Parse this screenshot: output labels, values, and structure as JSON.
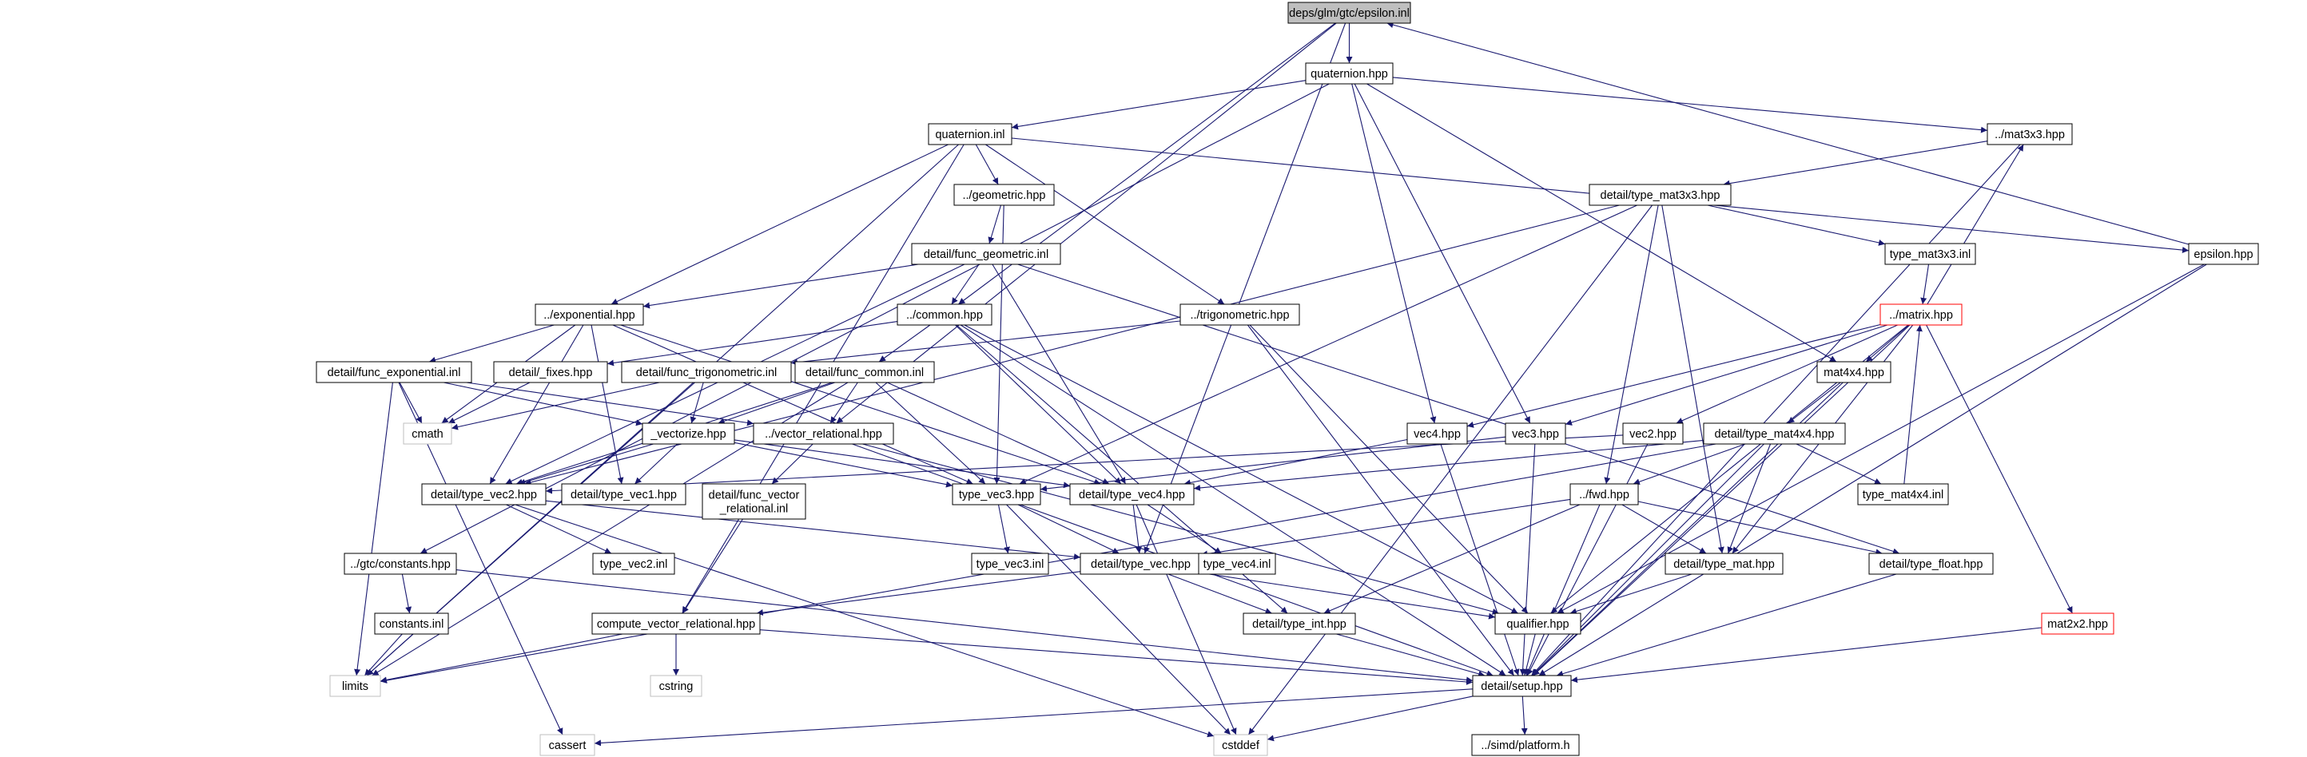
{
  "graph": {
    "style": {
      "edge_color": "#191970",
      "node_border": "#000000",
      "node_border_system": "#bfbfbf",
      "node_border_truncated": "#ff0000",
      "root_fill": "#bfbfbf",
      "node_fill": "#ffffff"
    },
    "nodes": [
      {
        "id": "root",
        "label": "deps/glm/gtc/epsilon.inl",
        "kind": "root"
      },
      {
        "id": "quaternion_hpp",
        "label": "quaternion.hpp"
      },
      {
        "id": "quaternion_inl",
        "label": "quaternion.inl"
      },
      {
        "id": "mat3x3_hpp",
        "label": "../mat3x3.hpp"
      },
      {
        "id": "geometric_hpp",
        "label": "../geometric.hpp"
      },
      {
        "id": "type_mat3x3_hpp",
        "label": "detail/type_mat3x3.hpp"
      },
      {
        "id": "epsilon_hpp",
        "label": "epsilon.hpp"
      },
      {
        "id": "func_geometric_inl",
        "label": "detail/func_geometric.inl"
      },
      {
        "id": "type_mat3x3_inl",
        "label": "type_mat3x3.inl"
      },
      {
        "id": "exponential_hpp",
        "label": "../exponential.hpp"
      },
      {
        "id": "common_hpp",
        "label": "../common.hpp"
      },
      {
        "id": "trigonometric_hpp",
        "label": "../trigonometric.hpp"
      },
      {
        "id": "matrix_hpp",
        "label": "../matrix.hpp",
        "kind": "truncated"
      },
      {
        "id": "func_exponential_inl",
        "label": "detail/func_exponential.inl"
      },
      {
        "id": "fixes_hpp",
        "label": "detail/_fixes.hpp"
      },
      {
        "id": "func_trigonometric_inl",
        "label": "detail/func_trigonometric.inl"
      },
      {
        "id": "func_common_inl",
        "label": "detail/func_common.inl"
      },
      {
        "id": "mat4x4_hpp",
        "label": "mat4x4.hpp"
      },
      {
        "id": "cmath",
        "label": "cmath",
        "kind": "system"
      },
      {
        "id": "vectorize_hpp",
        "label": "_vectorize.hpp"
      },
      {
        "id": "vector_relational_hpp",
        "label": "../vector_relational.hpp"
      },
      {
        "id": "vec4_hpp",
        "label": "vec4.hpp"
      },
      {
        "id": "vec3_hpp",
        "label": "vec3.hpp"
      },
      {
        "id": "vec2_hpp",
        "label": "vec2.hpp"
      },
      {
        "id": "type_mat4x4_hpp",
        "label": "detail/type_mat4x4.hpp"
      },
      {
        "id": "type_vec2_hpp",
        "label": "detail/type_vec2.hpp"
      },
      {
        "id": "type_vec1_hpp",
        "label": "detail/type_vec1.hpp"
      },
      {
        "id": "func_vector_relational_inl",
        "label": [
          "detail/func_vector",
          "_relational.inl"
        ]
      },
      {
        "id": "type_vec3_hpp",
        "label": "type_vec3.hpp"
      },
      {
        "id": "type_vec4_hpp",
        "label": "detail/type_vec4.hpp"
      },
      {
        "id": "type_mat4x4_inl",
        "label": "type_mat4x4.inl"
      },
      {
        "id": "fwd_hpp",
        "label": "../fwd.hpp"
      },
      {
        "id": "gtc_constants_hpp",
        "label": "../gtc/constants.hpp"
      },
      {
        "id": "type_vec2_inl",
        "label": "type_vec2.inl"
      },
      {
        "id": "type_vec3_inl",
        "label": "type_vec3.inl"
      },
      {
        "id": "type_vec_hpp",
        "label": "detail/type_vec.hpp"
      },
      {
        "id": "type_vec4_inl",
        "label": "type_vec4.inl"
      },
      {
        "id": "type_mat_hpp",
        "label": "detail/type_mat.hpp"
      },
      {
        "id": "type_float_hpp",
        "label": "detail/type_float.hpp"
      },
      {
        "id": "constants_inl",
        "label": "constants.inl"
      },
      {
        "id": "compute_vector_relational_hpp",
        "label": "compute_vector_relational.hpp"
      },
      {
        "id": "type_int_hpp",
        "label": "detail/type_int.hpp"
      },
      {
        "id": "qualifier_hpp",
        "label": "qualifier.hpp"
      },
      {
        "id": "mat2x2_hpp",
        "label": "mat2x2.hpp",
        "kind": "truncated"
      },
      {
        "id": "limits",
        "label": "limits",
        "kind": "system"
      },
      {
        "id": "cstring",
        "label": "cstring",
        "kind": "system"
      },
      {
        "id": "setup_hpp",
        "label": "detail/setup.hpp"
      },
      {
        "id": "cassert",
        "label": "cassert",
        "kind": "system"
      },
      {
        "id": "cstddef",
        "label": "cstddef",
        "kind": "system"
      },
      {
        "id": "platform_h",
        "label": "../simd/platform.h"
      }
    ],
    "edges": [
      [
        "root",
        "quaternion_hpp"
      ],
      [
        "root",
        "common_hpp"
      ],
      [
        "root",
        "vector_relational_hpp"
      ],
      [
        "root",
        "type_vec_hpp"
      ],
      [
        "quaternion_hpp",
        "quaternion_inl"
      ],
      [
        "quaternion_hpp",
        "mat3x3_hpp"
      ],
      [
        "quaternion_hpp",
        "mat4x4_hpp"
      ],
      [
        "quaternion_hpp",
        "vec3_hpp"
      ],
      [
        "quaternion_hpp",
        "vec4_hpp"
      ],
      [
        "quaternion_hpp",
        "gtc_constants_hpp"
      ],
      [
        "quaternion_inl",
        "geometric_hpp"
      ],
      [
        "quaternion_inl",
        "exponential_hpp"
      ],
      [
        "quaternion_inl",
        "trigonometric_hpp"
      ],
      [
        "quaternion_inl",
        "epsilon_hpp"
      ],
      [
        "quaternion_inl",
        "limits"
      ],
      [
        "quaternion_inl",
        "compute_vector_relational_hpp"
      ],
      [
        "mat3x3_hpp",
        "type_mat3x3_hpp"
      ],
      [
        "mat3x3_hpp",
        "setup_hpp"
      ],
      [
        "geometric_hpp",
        "func_geometric_inl"
      ],
      [
        "geometric_hpp",
        "type_vec3_hpp"
      ],
      [
        "type_mat3x3_hpp",
        "type_mat3x3_inl"
      ],
      [
        "type_mat3x3_hpp",
        "fwd_hpp"
      ],
      [
        "type_mat3x3_hpp",
        "type_vec3_hpp"
      ],
      [
        "type_mat3x3_hpp",
        "type_mat_hpp"
      ],
      [
        "type_mat3x3_hpp",
        "cstddef"
      ],
      [
        "type_mat3x3_hpp",
        "type_vec2_hpp"
      ],
      [
        "epsilon_hpp",
        "root"
      ],
      [
        "epsilon_hpp",
        "setup_hpp"
      ],
      [
        "epsilon_hpp",
        "qualifier_hpp"
      ],
      [
        "func_geometric_inl",
        "exponential_hpp"
      ],
      [
        "func_geometric_inl",
        "common_hpp"
      ],
      [
        "func_geometric_inl",
        "type_vec4_hpp"
      ],
      [
        "func_geometric_inl",
        "type_float_hpp"
      ],
      [
        "func_geometric_inl",
        "type_vec2_hpp"
      ],
      [
        "type_mat3x3_inl",
        "matrix_hpp"
      ],
      [
        "exponential_hpp",
        "func_exponential_inl"
      ],
      [
        "exponential_hpp",
        "type_vec1_hpp"
      ],
      [
        "exponential_hpp",
        "type_vec2_hpp"
      ],
      [
        "exponential_hpp",
        "type_vec3_hpp"
      ],
      [
        "exponential_hpp",
        "type_vec4_hpp"
      ],
      [
        "exponential_hpp",
        "cmath"
      ],
      [
        "common_hpp",
        "func_common_inl"
      ],
      [
        "common_hpp",
        "fixes_hpp"
      ],
      [
        "common_hpp",
        "setup_hpp"
      ],
      [
        "common_hpp",
        "qualifier_hpp"
      ],
      [
        "common_hpp",
        "type_int_hpp"
      ],
      [
        "common_hpp",
        "type_vec4_hpp"
      ],
      [
        "trigonometric_hpp",
        "func_trigonometric_inl"
      ],
      [
        "trigonometric_hpp",
        "setup_hpp"
      ],
      [
        "trigonometric_hpp",
        "qualifier_hpp"
      ],
      [
        "matrix_hpp",
        "mat3x3_hpp"
      ],
      [
        "matrix_hpp",
        "mat4x4_hpp"
      ],
      [
        "matrix_hpp",
        "vec2_hpp"
      ],
      [
        "matrix_hpp",
        "vec3_hpp"
      ],
      [
        "matrix_hpp",
        "vec4_hpp"
      ],
      [
        "matrix_hpp",
        "mat2x2_hpp"
      ],
      [
        "matrix_hpp",
        "setup_hpp"
      ],
      [
        "matrix_hpp",
        "qualifier_hpp"
      ],
      [
        "matrix_hpp",
        "type_mat_hpp"
      ],
      [
        "func_exponential_inl",
        "vectorize_hpp"
      ],
      [
        "func_exponential_inl",
        "cmath"
      ],
      [
        "func_exponential_inl",
        "limits"
      ],
      [
        "func_exponential_inl",
        "vector_relational_hpp"
      ],
      [
        "func_exponential_inl",
        "cassert"
      ],
      [
        "fixes_hpp",
        "cmath"
      ],
      [
        "func_trigonometric_inl",
        "vectorize_hpp"
      ],
      [
        "func_trigonometric_inl",
        "cmath"
      ],
      [
        "func_trigonometric_inl",
        "limits"
      ],
      [
        "func_common_inl",
        "vector_relational_hpp"
      ],
      [
        "func_common_inl",
        "vectorize_hpp"
      ],
      [
        "func_common_inl",
        "type_vec2_hpp"
      ],
      [
        "func_common_inl",
        "type_vec3_hpp"
      ],
      [
        "func_common_inl",
        "type_vec4_hpp"
      ],
      [
        "func_common_inl",
        "limits"
      ],
      [
        "mat4x4_hpp",
        "type_mat4x4_hpp"
      ],
      [
        "mat4x4_hpp",
        "setup_hpp"
      ],
      [
        "vectorize_hpp",
        "type_vec1_hpp"
      ],
      [
        "vectorize_hpp",
        "type_vec2_hpp"
      ],
      [
        "vectorize_hpp",
        "type_vec3_hpp"
      ],
      [
        "vectorize_hpp",
        "type_vec4_hpp"
      ],
      [
        "vector_relational_hpp",
        "func_vector_relational_inl"
      ],
      [
        "vector_relational_hpp",
        "qualifier_hpp"
      ],
      [
        "vector_relational_hpp",
        "setup_hpp"
      ],
      [
        "vec4_hpp",
        "type_vec4_hpp"
      ],
      [
        "vec4_hpp",
        "setup_hpp"
      ],
      [
        "vec3_hpp",
        "type_vec3_hpp"
      ],
      [
        "vec3_hpp",
        "setup_hpp"
      ],
      [
        "vec2_hpp",
        "type_vec2_hpp"
      ],
      [
        "vec2_hpp",
        "setup_hpp"
      ],
      [
        "type_mat4x4_hpp",
        "type_mat4x4_inl"
      ],
      [
        "type_mat4x4_hpp",
        "type_vec4_hpp"
      ],
      [
        "type_mat4x4_hpp",
        "fwd_hpp"
      ],
      [
        "type_mat4x4_hpp",
        "type_mat_hpp"
      ],
      [
        "type_mat4x4_hpp",
        "limits"
      ],
      [
        "type_mat4x4_hpp",
        "setup_hpp"
      ],
      [
        "type_mat4x4_inl",
        "matrix_hpp"
      ],
      [
        "type_vec2_hpp",
        "type_vec2_inl"
      ],
      [
        "type_vec2_hpp",
        "type_vec_hpp"
      ],
      [
        "type_vec2_hpp",
        "cstddef"
      ],
      [
        "func_vector_relational_inl",
        "compute_vector_relational_hpp"
      ],
      [
        "type_vec3_hpp",
        "type_vec3_inl"
      ],
      [
        "type_vec3_hpp",
        "type_vec_hpp"
      ],
      [
        "type_vec3_hpp",
        "cstddef"
      ],
      [
        "type_vec4_hpp",
        "type_vec4_inl"
      ],
      [
        "type_vec4_hpp",
        "type_vec_hpp"
      ],
      [
        "type_vec4_hpp",
        "cstddef"
      ],
      [
        "fwd_hpp",
        "type_mat_hpp"
      ],
      [
        "fwd_hpp",
        "type_float_hpp"
      ],
      [
        "fwd_hpp",
        "type_int_hpp"
      ],
      [
        "fwd_hpp",
        "setup_hpp"
      ],
      [
        "fwd_hpp",
        "type_vec_hpp"
      ],
      [
        "gtc_constants_hpp",
        "constants_inl"
      ],
      [
        "gtc_constants_hpp",
        "setup_hpp"
      ],
      [
        "type_vec_hpp",
        "qualifier_hpp"
      ],
      [
        "type_vec_hpp",
        "compute_vector_relational_hpp"
      ],
      [
        "type_vec_hpp",
        "type_int_hpp"
      ],
      [
        "type_mat_hpp",
        "qualifier_hpp"
      ],
      [
        "type_float_hpp",
        "setup_hpp"
      ],
      [
        "constants_inl",
        "limits"
      ],
      [
        "compute_vector_relational_hpp",
        "setup_hpp"
      ],
      [
        "compute_vector_relational_hpp",
        "limits"
      ],
      [
        "compute_vector_relational_hpp",
        "cstring"
      ],
      [
        "type_int_hpp",
        "setup_hpp"
      ],
      [
        "qualifier_hpp",
        "setup_hpp"
      ],
      [
        "mat2x2_hpp",
        "setup_hpp"
      ],
      [
        "setup_hpp",
        "cassert"
      ],
      [
        "setup_hpp",
        "cstddef"
      ],
      [
        "setup_hpp",
        "platform_h"
      ]
    ]
  }
}
